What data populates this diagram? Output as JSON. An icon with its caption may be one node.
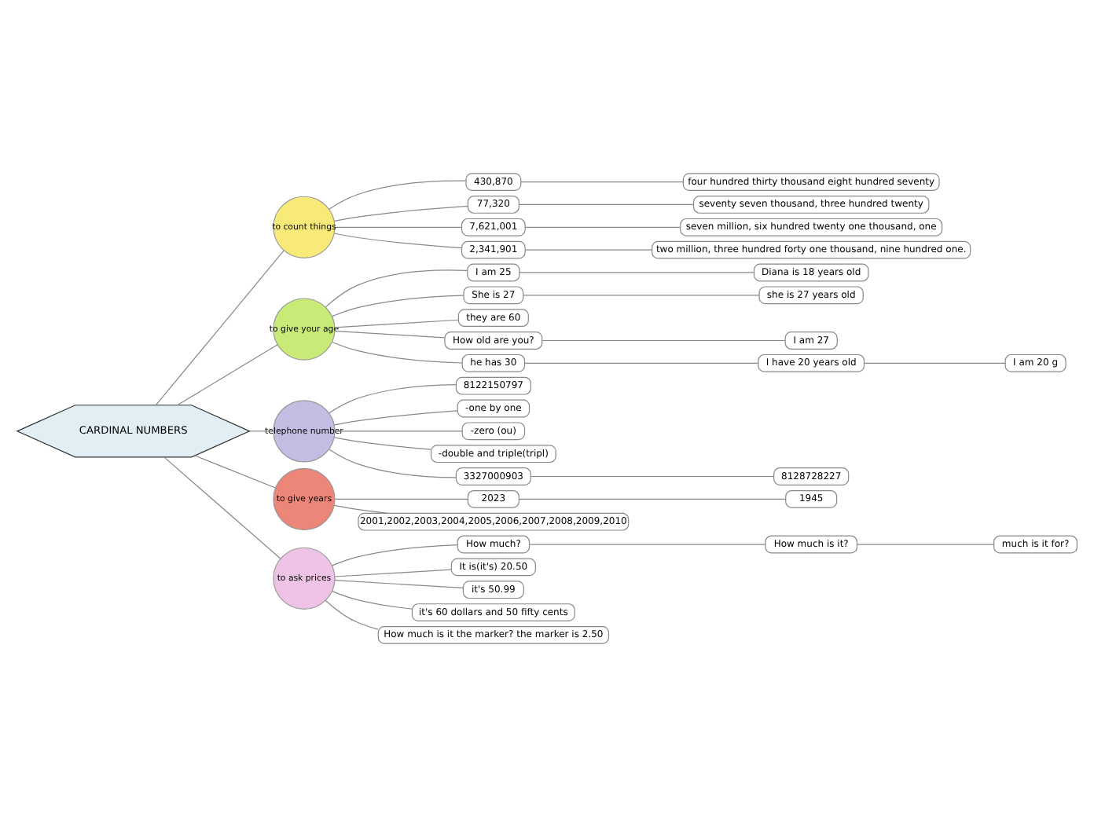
{
  "diagram": {
    "nodes": [
      {
        "text": [
          "CARDINAL NUMBERS"
        ]
      },
      {
        "text": [
          "to count things"
        ]
      },
      {
        "text": [
          "430,870"
        ]
      },
      {
        "text": [
          "four hundred thirty thousand eight hundred seventy"
        ]
      },
      {
        "text": [
          "77,320"
        ]
      },
      {
        "text": [
          "seventy seven thousand, three hundred twenty"
        ]
      },
      {
        "text": [
          "7,621,001"
        ]
      },
      {
        "text": [
          "seven million, six hundred twenty one thousand, one"
        ]
      },
      {
        "text": [
          "2,341,901"
        ]
      },
      {
        "text": [
          "two million, three hundred forty one thousand, nine hundred one."
        ]
      },
      {
        "text": [
          "to give your age"
        ]
      },
      {
        "text": [
          "I am 25"
        ]
      },
      {
        "text": [
          "Diana is 18 years old"
        ]
      },
      {
        "text": [
          "She is 27"
        ]
      },
      {
        "text": [
          "she is 27 years old"
        ]
      },
      {
        "text": [
          "they are 60"
        ]
      },
      {
        "text": [
          "How old are you?"
        ]
      },
      {
        "text": [
          "I am 27"
        ]
      },
      {
        "text": [
          "he has 30"
        ]
      },
      {
        "text": [
          "I have 20 years old"
        ]
      },
      {
        "text": [
          "I am 20 g"
        ]
      },
      {
        "text": [
          "telephone number"
        ]
      },
      {
        "text": [
          "8122150797"
        ]
      },
      {
        "text": [
          "-one by one"
        ]
      },
      {
        "text": [
          "-zero (ou)"
        ]
      },
      {
        "text": [
          "-double and triple(tripl)"
        ]
      },
      {
        "text": [
          "3327000903"
        ]
      },
      {
        "text": [
          "8128728227"
        ]
      },
      {
        "text": [
          "to give years"
        ]
      },
      {
        "text": [
          "1945"
        ]
      },
      {
        "text": [
          "2023"
        ]
      },
      {
        "text": [
          "2001,2002,2003,2004,2005,2006,2007,2008,2009,2010"
        ]
      },
      {
        "text": [
          "to ask prices"
        ]
      },
      {
        "text": [
          "How much?"
        ]
      },
      {
        "text": [
          "How much is it?"
        ]
      },
      {
        "text": [
          "much is it for?"
        ]
      },
      {
        "text": [
          "It is(it's) 20.50"
        ]
      },
      {
        "text": [
          "it's 50.99"
        ]
      },
      {
        "text": [
          "it's 60 dollars and 50 fifty cents"
        ]
      },
      {
        "text": [
          "How much is it the marker? the marker is 2.50"
        ]
      }
    ],
    "edges": [
      {
        "from": 0,
        "to": 1,
        "arrow": "none"
      },
      {
        "from": 1,
        "to": 2,
        "arrow": "none"
      },
      {
        "from": 2,
        "to": 3,
        "arrow": "none"
      },
      {
        "from": 1,
        "to": 4,
        "arrow": "none"
      },
      {
        "from": 4,
        "to": 5,
        "arrow": "none"
      },
      {
        "from": 1,
        "to": 6,
        "arrow": "none"
      },
      {
        "from": 6,
        "to": 7,
        "arrow": "none"
      },
      {
        "from": 1,
        "to": 8,
        "arrow": "none"
      },
      {
        "from": 8,
        "to": 9,
        "arrow": "none"
      },
      {
        "from": 0,
        "to": 10,
        "arrow": "none"
      },
      {
        "from": 10,
        "to": 11,
        "arrow": "none"
      },
      {
        "from": 11,
        "to": 12,
        "arrow": "none"
      },
      {
        "from": 10,
        "to": 13,
        "arrow": "none"
      },
      {
        "from": 13,
        "to": 14,
        "arrow": "none"
      },
      {
        "from": 10,
        "to": 15,
        "arrow": "none"
      },
      {
        "from": 10,
        "to": 16,
        "arrow": "none"
      },
      {
        "from": 16,
        "to": 17,
        "arrow": "none"
      },
      {
        "from": 10,
        "to": 18,
        "arrow": "none"
      },
      {
        "from": 18,
        "to": 19,
        "arrow": "none"
      },
      {
        "from": 19,
        "to": 20,
        "arrow": "none"
      },
      {
        "from": 0,
        "to": 21,
        "arrow": "none"
      },
      {
        "from": 21,
        "to": 22,
        "arrow": "none"
      },
      {
        "from": 21,
        "to": 23,
        "arrow": "none"
      },
      {
        "from": 21,
        "to": 24,
        "arrow": "none"
      },
      {
        "from": 21,
        "to": 25,
        "arrow": "none"
      },
      {
        "from": 21,
        "to": 26,
        "arrow": "none"
      },
      {
        "from": 26,
        "to": 27,
        "arrow": "none"
      },
      {
        "from": 0,
        "to": 28,
        "arrow": "none"
      },
      {
        "from": 28,
        "to": 30,
        "arrow": "none"
      },
      {
        "from": 30,
        "to": 29,
        "arrow": "none"
      },
      {
        "from": 28,
        "to": 31,
        "arrow": "none"
      },
      {
        "from": 0,
        "to": 32,
        "arrow": "none"
      },
      {
        "from": 32,
        "to": 33,
        "arrow": "none"
      },
      {
        "from": 33,
        "to": 34,
        "arrow": "none"
      },
      {
        "from": 34,
        "to": 35,
        "arrow": "none"
      },
      {
        "from": 32,
        "to": 36,
        "arrow": "none"
      },
      {
        "from": 32,
        "to": 37,
        "arrow": "none"
      },
      {
        "from": 32,
        "to": 38,
        "arrow": "none"
      },
      {
        "from": 32,
        "to": 39,
        "arrow": "none"
      }
    ]
  }
}
